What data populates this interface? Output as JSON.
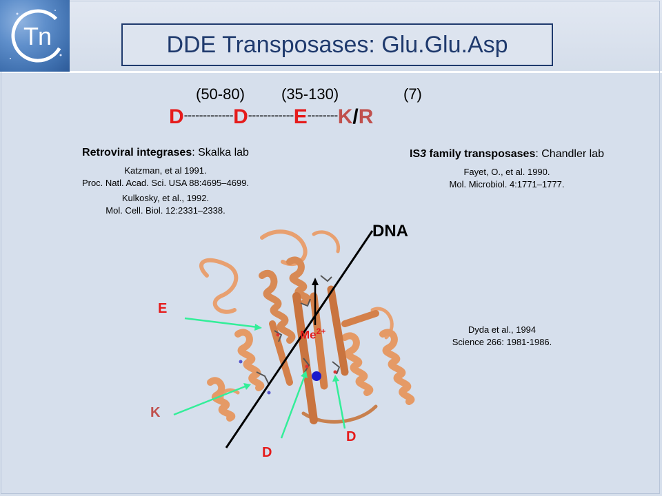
{
  "logo": {
    "text": "Tn"
  },
  "title": "DDE Transposases: Glu.Glu.Asp",
  "spacings": [
    "(50-80)",
    "(35-130)",
    "(7)"
  ],
  "motif": {
    "d1": "D",
    "dash1": "-------------",
    "d2": "D",
    "dash2": "------------",
    "e": "E",
    "dash3": "--------",
    "k": "K",
    "slash": "/",
    "r": "R"
  },
  "left_ref": {
    "heading_bold": "Retroviral integrases",
    "heading_rest": ": Skalka lab",
    "lines": [
      "Katzman, et al 1991.",
      "Proc. Natl. Acad. Sci. USA 88:4695–4699.",
      "Kulkosky,  et al., 1992.",
      "Mol. Cell. Biol. 12:2331–2338."
    ]
  },
  "right_ref": {
    "heading_bold_a": "IS",
    "heading_bold_italic": "3",
    "heading_bold_b": " family transposases",
    "heading_rest": ": Chandler lab",
    "lines": [
      "Fayet, O., et al. 1990.",
      "Mol. Microbiol. 4:1771–1777."
    ]
  },
  "figure": {
    "dna_label": "DNA",
    "metal_label": "Me",
    "metal_charge": "2+",
    "labels": {
      "e": "E",
      "k": "K",
      "d_left": "D",
      "d_right": "D"
    }
  },
  "citation": [
    "Dyda et al., 1994",
    "Science  266: 1981-1986."
  ],
  "colors": {
    "red": "#e51b1b",
    "rose": "#c0504d",
    "arrow": "#33ee99",
    "protein": "#e8a070",
    "title": "#1f3a6d"
  }
}
